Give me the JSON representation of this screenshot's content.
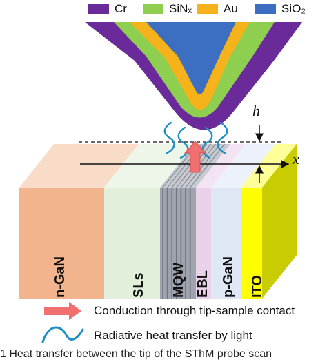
{
  "legend": [
    {
      "key": "cr",
      "label": "Cr",
      "color": "#6a2a9a"
    },
    {
      "key": "sinx",
      "label": "SiNₓ",
      "color": "#8fcf4f"
    },
    {
      "key": "au",
      "label": "Au",
      "color": "#f5b21a"
    },
    {
      "key": "sio2",
      "label": "SiO₂",
      "color": "#3c6fc2"
    }
  ],
  "layers": [
    {
      "key": "n_gan",
      "label": "n-GaN",
      "front": "#f2b48c",
      "top": "#f9dcc8"
    },
    {
      "key": "sls",
      "label": "SLs",
      "front": "#e2efdb",
      "top": "#eef6ea"
    },
    {
      "key": "mqw",
      "label": "MQW",
      "front": "#9ea3ad",
      "top": "#c7cad1"
    },
    {
      "key": "ebl",
      "label": "EBL",
      "front": "#ead1ea",
      "top": "#f3e4f3"
    },
    {
      "key": "p_gan",
      "label": "p-GaN",
      "front": "#dfe6f4",
      "top": "#edf1f9"
    },
    {
      "key": "ito",
      "label": "ITO",
      "front": "#ffff00",
      "top": "#ffff99",
      "side": "#c8cc00"
    }
  ],
  "symbols": {
    "h": "h",
    "x": "x"
  },
  "footer": {
    "conduction_text": "Conduction through tip-sample contact",
    "radiative_text": "Radiative heat transfer by light",
    "arrow_color": "#f07070",
    "wave_color": "#1e90c8"
  },
  "caption": "1   Heat transfer between the tip of the SThM probe scan"
}
